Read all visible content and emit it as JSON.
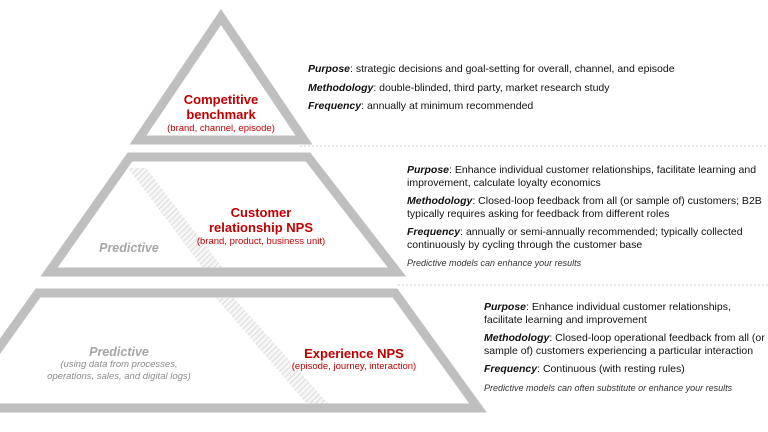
{
  "levels": [
    {
      "title_line1": "Competitive",
      "title_line2": "benchmark",
      "subtitle": "(brand, channel, episode)",
      "purpose_label": "Purpose",
      "purpose_text": ": strategic decisions and goal-setting for overall, channel, and episode",
      "methodology_label": "Methodology",
      "methodology_text": ": double-blinded, third party, market research study",
      "frequency_label": "Frequency",
      "frequency_text": ": annually at minimum recommended"
    },
    {
      "title_line1": "Customer",
      "title_line2": "relationship NPS",
      "subtitle": "(brand, product, business unit)",
      "purpose_label": "Purpose",
      "purpose_text_1": ": Enhance individual customer relationships, facilitate learning and",
      "purpose_text_2": "improvement, calculate loyalty economics",
      "methodology_label": "Methodology",
      "methodology_text_1": ": Closed-loop feedback from all (or sample of) customers; B2B",
      "methodology_text_2": "typically requires asking for feedback from different roles",
      "frequency_label": "Frequency",
      "frequency_text_1": ": annually or semi-annually recommended; typically collected",
      "frequency_text_2": "continuously by cycling through the customer base",
      "note": "Predictive models can enhance your results",
      "predictive_label": "Predictive"
    },
    {
      "title_line1": "Experience NPS",
      "subtitle": "(episode, journey, interaction)",
      "purpose_label": "Purpose",
      "purpose_text_1": ": Enhance individual customer relationships,",
      "purpose_text_2": "facilitate learning and improvement",
      "methodology_label": "Methodology",
      "methodology_text_1": ": Closed-loop operational feedback from all (or",
      "methodology_text_2": "sample of) customers experiencing a particular interaction",
      "frequency_label": "Frequency",
      "frequency_text": ": Continuous (with resting rules)",
      "note": "Predictive models can often substitute or enhance your results",
      "predictive_label": "Predictive",
      "predictive_sub_1": "(using data from processes,",
      "predictive_sub_2": "operations, sales, and digital logs)"
    }
  ],
  "colors": {
    "accent": "#c00000",
    "frame": "#bfbfbf",
    "muted": "#a6a6a6"
  }
}
